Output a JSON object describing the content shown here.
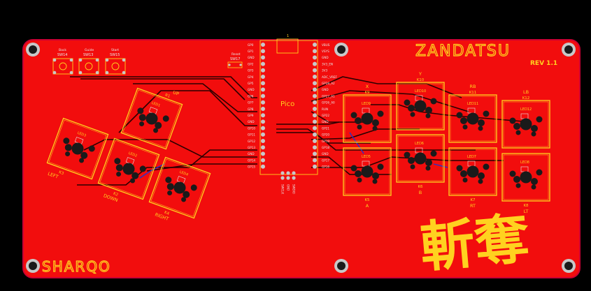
{
  "board": {
    "title": "ZANDATSU",
    "revision": "REV 1.1",
    "maker": "SHARQO",
    "kanji": "斬奪",
    "mcu_label": "Pico",
    "mcu_pin1": "1",
    "colors": {
      "board": "#f20d0d",
      "board_edge": "#cc0033",
      "silkscreen": "#ffd21f",
      "trace": "#2b0000",
      "trace_blue": "#2233cc",
      "pad": "#c8c8c8",
      "background": "#000000"
    }
  },
  "buttons_top": [
    {
      "label": "Back",
      "ref": "SW14"
    },
    {
      "label": "Guide",
      "ref": "SW13"
    },
    {
      "label": "Start",
      "ref": "SW15"
    }
  ],
  "reset_switch": {
    "label": "Reset",
    "ref": "SW17"
  },
  "pico_pins_left": [
    "GP0",
    "GP1",
    "GND",
    "GP2",
    "GP3",
    "GP4",
    "GP5",
    "GND",
    "GP6",
    "GP7",
    "GP8",
    "GP9",
    "GND",
    "GP10",
    "GP11",
    "GP12",
    "GP13",
    "GND",
    "GP14",
    "GP15"
  ],
  "pico_pins_right": [
    "VBUS",
    "VSYS",
    "GND",
    "3V3_EN",
    "3V3",
    "ADC_VREF",
    "GP28_A2",
    "GND",
    "GP27_A1",
    "GP26_A0",
    "RUN",
    "GP22",
    "GND",
    "GP21",
    "GP20",
    "GP19",
    "GP18",
    "GND",
    "GP17",
    "GP16"
  ],
  "debug_pins": [
    "SWCLK",
    "GND",
    "SWDIO"
  ],
  "direction_keys": [
    {
      "ref": "R1",
      "label": "UP",
      "led": "LED1"
    },
    {
      "ref": "K3",
      "label": "LEFT",
      "led": "LED3"
    },
    {
      "ref": "K2",
      "label": "DOWN",
      "led": "LED2"
    },
    {
      "ref": "K4",
      "label": "RIGHT",
      "led": "LED4"
    }
  ],
  "action_keys": [
    {
      "ref": "K9",
      "label": "X",
      "led": "LED9"
    },
    {
      "ref": "K10",
      "label": "Y",
      "led": "LED10"
    },
    {
      "ref": "K11",
      "label": "RB",
      "led": "LED11"
    },
    {
      "ref": "K12",
      "label": "LB",
      "led": "LED12"
    },
    {
      "ref": "K5",
      "label": "A",
      "led": "LED5"
    },
    {
      "ref": "K6",
      "label": "B",
      "led": "LED6"
    },
    {
      "ref": "K7",
      "label": "RT",
      "led": "LED7"
    },
    {
      "ref": "K8",
      "label": "LT",
      "led": "LED8"
    }
  ]
}
